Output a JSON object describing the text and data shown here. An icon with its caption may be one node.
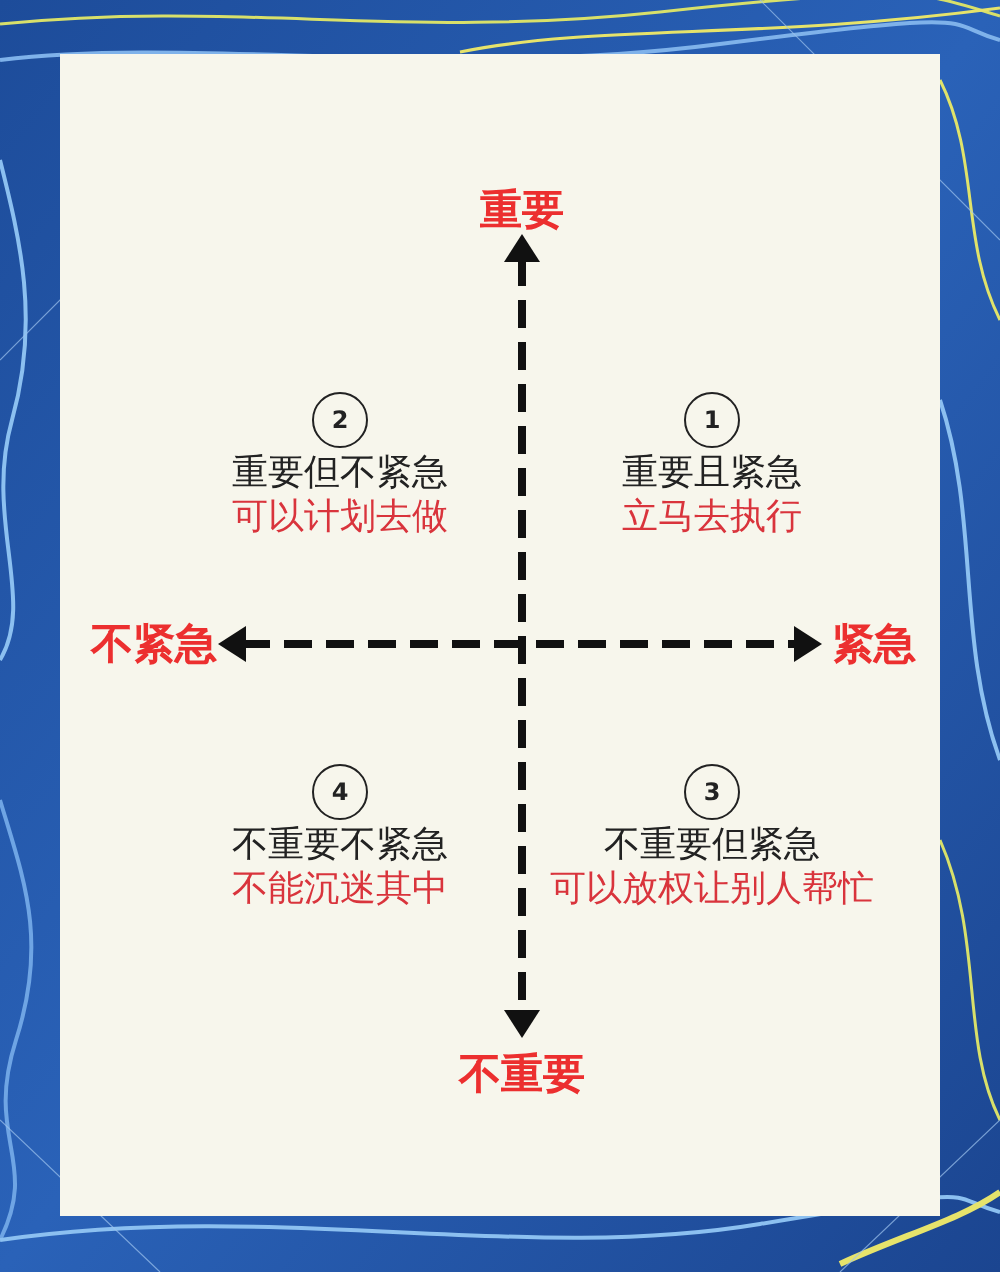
{
  "diagram": {
    "nodes": [
      {
        "text": [
          "2"
        ],
        "beside": [
          "重要但不紧急",
          "可以计划去做"
        ]
      },
      {
        "text": [
          "1"
        ],
        "beside": [
          "重要且紧急",
          "立马去执行"
        ]
      },
      {
        "text": [
          "4"
        ],
        "beside": [
          "不重要不紧急",
          "不能沉迷其中"
        ]
      },
      {
        "text": [
          "3"
        ],
        "beside": [
          "不重要但紧急",
          "可以放权让别人帮忙"
        ]
      }
    ],
    "labels": [
      "重要",
      "不紧急",
      "紧急",
      "不重要"
    ]
  }
}
